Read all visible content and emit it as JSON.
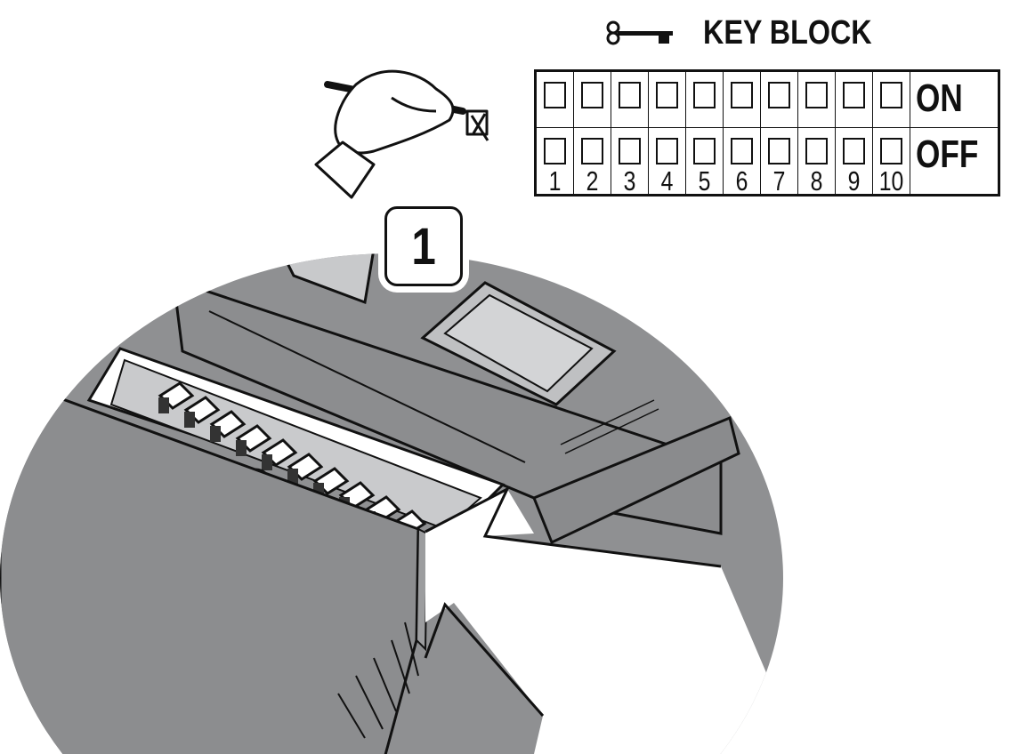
{
  "key_block": {
    "title": "KEY BLOCK",
    "on_label": "ON",
    "off_label": "OFF",
    "switch_numbers": [
      "1",
      "2",
      "3",
      "4",
      "5",
      "6",
      "7",
      "8",
      "9",
      "10"
    ]
  },
  "step_badge": "1",
  "colors": {
    "device_gray": "#8f9092",
    "panel_gray": "#c9cacc",
    "line": "#111111"
  }
}
